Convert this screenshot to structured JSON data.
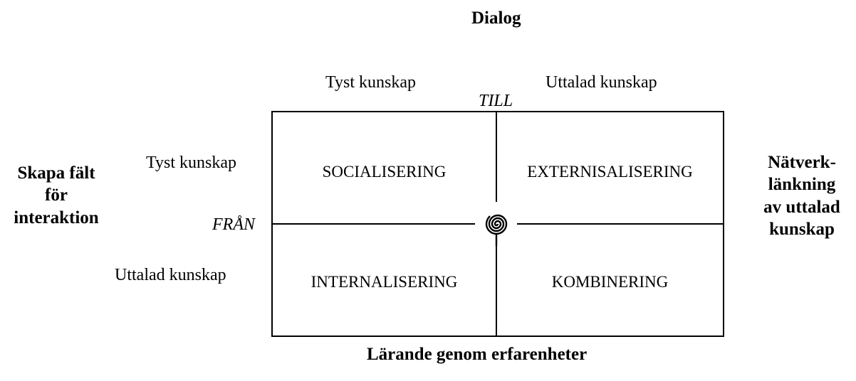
{
  "diagram": {
    "top_title": "Dialog",
    "bottom_title": "Lärande genom erfarenheter",
    "left_title_lines": [
      "Skapa fält",
      "för",
      "interaktion"
    ],
    "right_title_lines": [
      "Nätverk-",
      "länkning",
      "av uttalad",
      "kunskap"
    ],
    "to_label": "TILL",
    "from_label": "FRÅN",
    "column_headers": [
      "Tyst kunskap",
      "Uttalad kunskap"
    ],
    "row_headers": [
      "Tyst kunskap",
      "Uttalad kunskap"
    ],
    "quadrants": {
      "top_left": "SOCIALISERING",
      "top_right": "EXTERNISALISERING",
      "bottom_left": "INTERNALISERING",
      "bottom_right": "KOMBINERING"
    },
    "center_icon": "spiral-icon"
  }
}
